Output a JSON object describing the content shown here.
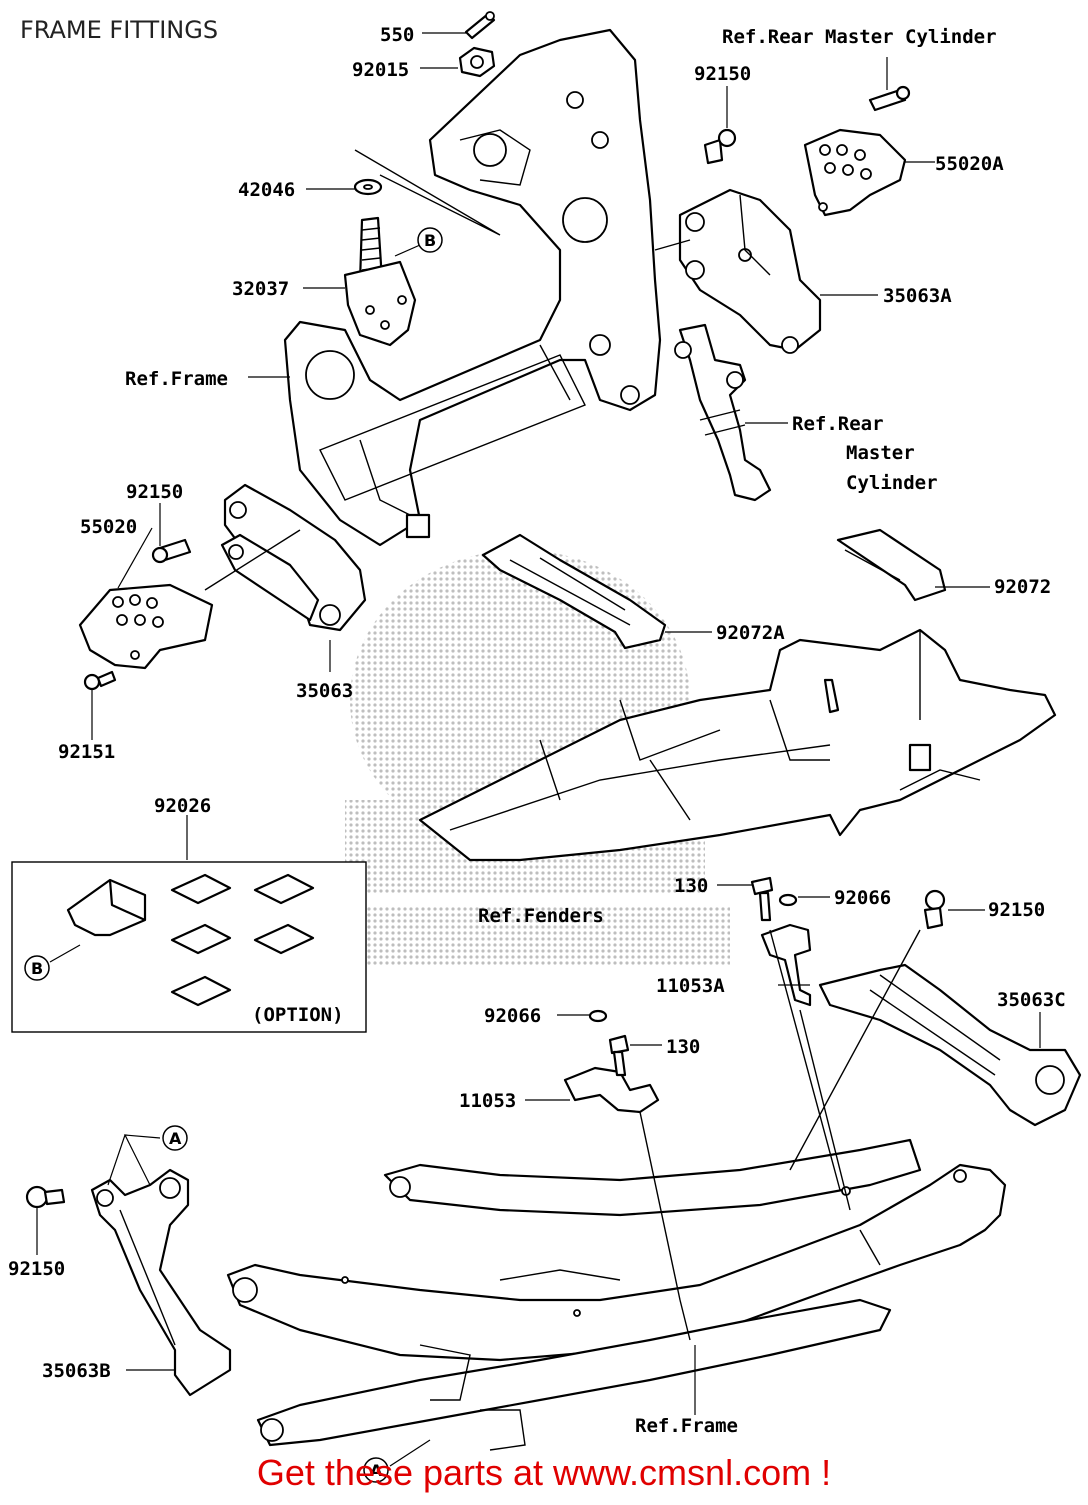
{
  "title": "FRAME FITTINGS",
  "footer": "Get these parts at www.cmsnl.com !",
  "colors": {
    "footer": "#e00000",
    "line": "#000000",
    "watermark": "#c8c8c8"
  },
  "callouts": {
    "c550": "550",
    "c92015": "92015",
    "c42046": "42046",
    "c32037": "32037",
    "c_ref_frame_top": "Ref.Frame",
    "c92150_a": "92150",
    "c55020": "55020",
    "c92151": "92151",
    "c35063": "35063",
    "c_ref_rmc_top": "Ref.Rear Master Cylinder",
    "c92150_b": "92150",
    "c55020a": "55020A",
    "c35063a": "35063A",
    "c_ref_rmc_l1": "Ref.Rear",
    "c_ref_rmc_l2": "Master",
    "c_ref_rmc_l3": "Cylinder",
    "c92072": "92072",
    "c92072a": "92072A",
    "c92026": "92026",
    "c_option": "(OPTION)",
    "c_ref_fenders": "Ref.Fenders",
    "c130_a": "130",
    "c92066_a": "92066",
    "c92150_c": "92150",
    "c11053a": "11053A",
    "c35063c": "35063C",
    "c92066_b": "92066",
    "c130_b": "130",
    "c11053": "11053",
    "c92150_d": "92150",
    "c35063b": "35063B",
    "c_ref_frame_bottom": "Ref.Frame"
  },
  "markers": {
    "a": "A",
    "b": "B"
  }
}
